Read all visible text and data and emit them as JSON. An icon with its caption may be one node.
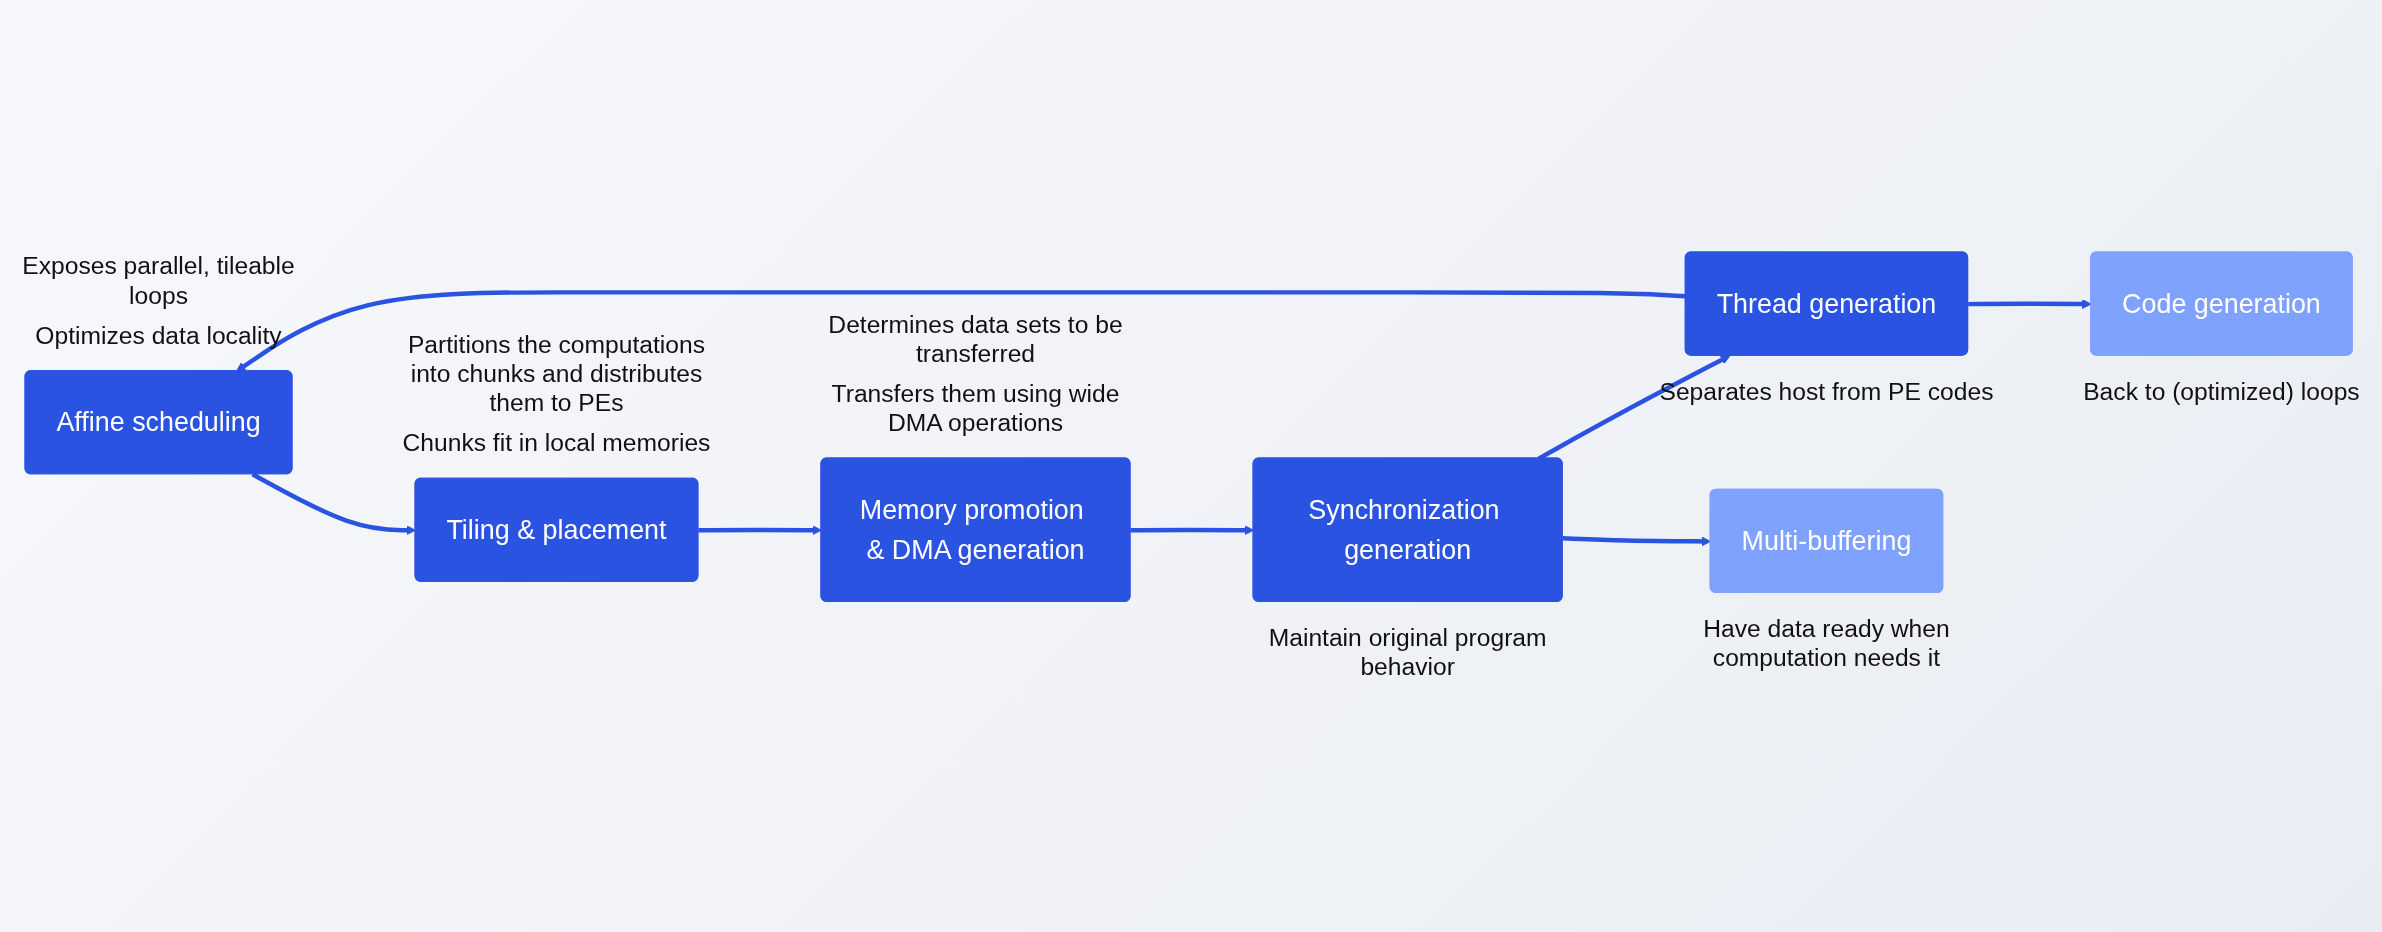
{
  "diagram": {
    "nodes": [
      {
        "text": [
          "Affine scheduling"
        ],
        "beside": [
          "Exposes parallel, tileable loops",
          "Optimizes data locality"
        ]
      },
      {
        "text": [
          "Tiling & placement"
        ],
        "beside": [
          "Partitions the computations into chunks and distributes them to PEs",
          "Chunks fit in local memories"
        ]
      },
      {
        "text": [
          "Memory promotion & DMA generation"
        ],
        "beside": [
          "Determines data sets to be transferred",
          "Transfers them using wide DMA operations"
        ]
      },
      {
        "text": [
          "Thread generation"
        ],
        "beside": [
          "Separates host from PE codes"
        ]
      },
      {
        "text": [
          "Synchronization generation"
        ],
        "beside": [
          "Maintain original program behavior"
        ]
      },
      {
        "text": [
          "Code generation"
        ],
        "beside": [
          "Back to (optimized) loops"
        ]
      },
      {
        "text": [
          "Multi-buffering"
        ],
        "beside": [
          "Have data ready when computation needs it"
        ]
      }
    ],
    "edges": [
      {
        "from": 0,
        "to": 1,
        "arrow": "to"
      },
      {
        "from": 1,
        "to": 2,
        "arrow": "to"
      },
      {
        "from": 2,
        "to": 4,
        "arrow": "to"
      },
      {
        "from": 4,
        "to": 3,
        "arrow": "to"
      },
      {
        "from": 3,
        "to": 0,
        "arrow": "to"
      },
      {
        "from": 3,
        "to": 5,
        "arrow": "to"
      },
      {
        "from": 4,
        "to": 6,
        "arrow": "to"
      }
    ]
  }
}
